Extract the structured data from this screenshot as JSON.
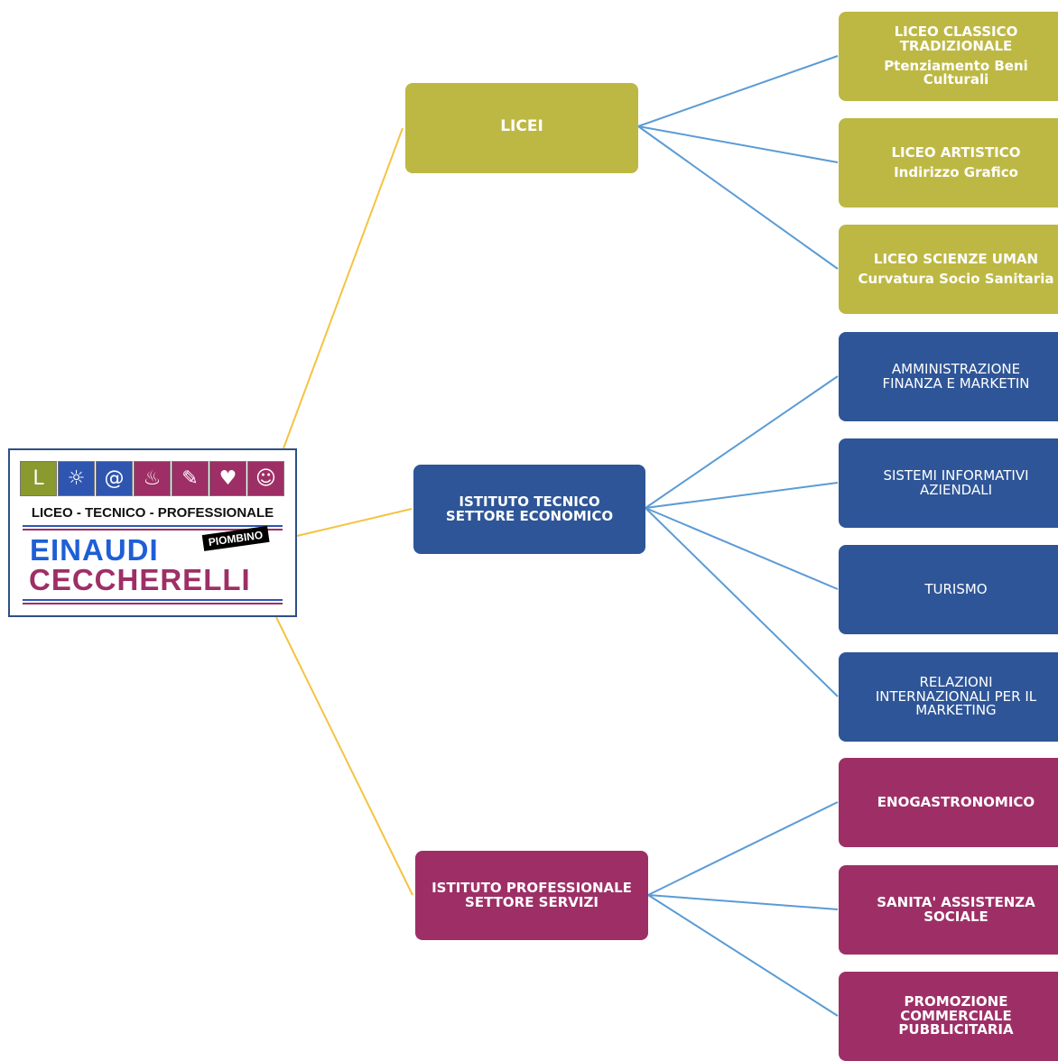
{
  "logo": {
    "subtitle": "LICEO - TECNICO - PROFESSIONALE",
    "name_line1": "EINAUDI",
    "name_line2": "CECCHERELLI",
    "badge": "PIOMBINO",
    "tiles": [
      {
        "icon": "letter-l-icon",
        "glyph": "L",
        "color": "#8a9a2e"
      },
      {
        "icon": "sun-icon",
        "glyph": "☼",
        "color": "#2e55b0"
      },
      {
        "icon": "euro-at-icon",
        "glyph": "@",
        "color": "#2e55b0"
      },
      {
        "icon": "chef-hat-icon",
        "glyph": "♨",
        "color": "#9e2f66"
      },
      {
        "icon": "pen-icon",
        "glyph": "✎",
        "color": "#9e2f66"
      },
      {
        "icon": "heart-check-icon",
        "glyph": "♥",
        "color": "#9e2f66"
      },
      {
        "icon": "children-icon",
        "glyph": "☺",
        "color": "#9e2f66"
      }
    ]
  },
  "colors": {
    "olive": "#bdb844",
    "blue": "#2e5597",
    "magenta": "#9e2f66",
    "trunk_line": "#f5c342",
    "branch_line": "#5b9bd5"
  },
  "branches": {
    "licei": {
      "label": "LICEI",
      "leaves": [
        {
          "title": "LICEO CLASSICO\nTRADIZIONALE",
          "sub": "Ptenziamento Beni\nCulturali"
        },
        {
          "title": "LICEO ARTISTICO",
          "sub": "Indirizzo Grafico"
        },
        {
          "title": "LICEO SCIENZE UMAN",
          "sub": "Curvatura Socio Sanitaria"
        }
      ]
    },
    "tecnico": {
      "label": "ISTITUTO TECNICO\nSETTORE ECONOMICO",
      "leaves": [
        {
          "title": "AMMINISTRAZIONE\nFINANZA E MARKETIN"
        },
        {
          "title": "SISTEMI INFORMATIVI\nAZIENDALI"
        },
        {
          "title": "TURISMO"
        },
        {
          "title": "RELAZIONI\nINTERNAZIONALI PER IL\nMARKETING"
        }
      ]
    },
    "professionale": {
      "label": "ISTITUTO PROFESSIONALE\nSETTORE SERVIZI",
      "leaves": [
        {
          "title": "ENOGASTRONOMICO"
        },
        {
          "title": "SANITA' ASSISTENZA\nSOCIALE"
        },
        {
          "title": "PROMOZIONE\nCOMMERCIALE\nPUBBLICITARIA"
        }
      ]
    }
  }
}
